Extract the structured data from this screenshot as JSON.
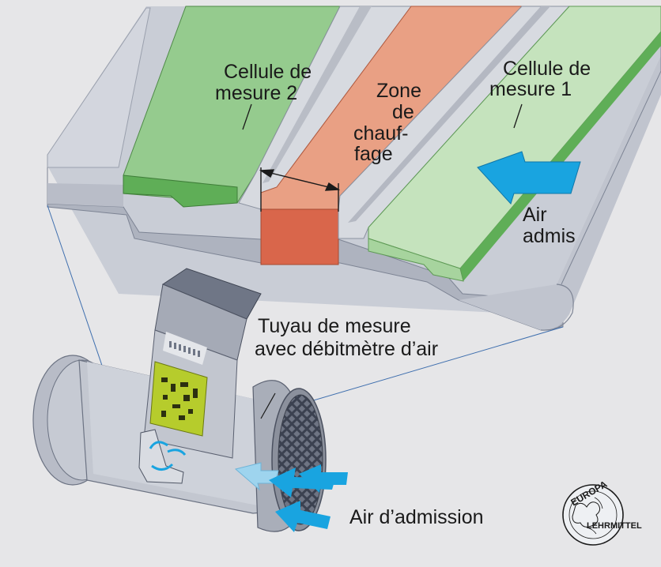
{
  "labels": {
    "cell2_line1": "Cellule de",
    "cell2_line2": "mesure 2",
    "zone_line1": "Zone",
    "zone_line2": "de",
    "zone_line3": "chauf-",
    "zone_line4": "fage",
    "cell1_line1": "Cellule de",
    "cell1_line2": "mesure 1",
    "air_admis_line1": "Air",
    "air_admis_line2": "admis",
    "tube_line1": "Tuyau de mesure",
    "tube_line2": "avec débitmètre d’air",
    "intake": "Air d’admission"
  },
  "logo": {
    "top_text": "EUROPA",
    "bottom_text": "LEHRMITTEL"
  },
  "colors": {
    "background": "#e6e6e8",
    "plate": "#c3c7d1",
    "plate_light": "#d8dbe2",
    "cell2": "#95cb8e",
    "cell1": "#c5e3bd",
    "heating_zone": "#e9a084",
    "heating_zone_front": "#d9664b",
    "arrow_blue": "#19a4e0",
    "circuit_board": "#b6cc2c"
  }
}
